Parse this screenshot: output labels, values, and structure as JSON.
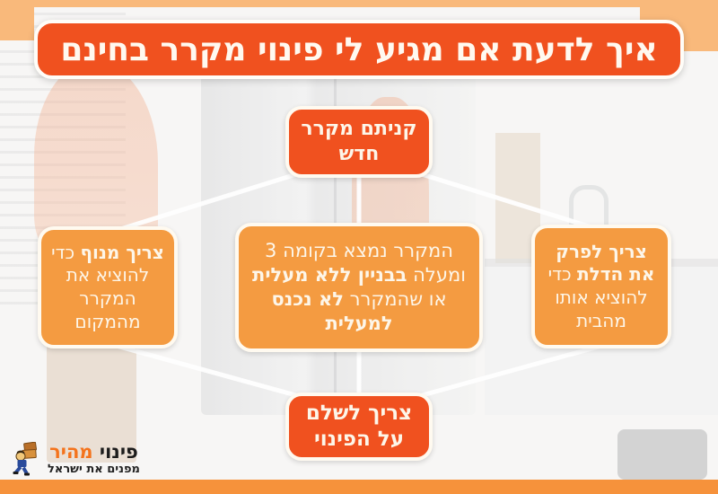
{
  "title_banner": {
    "text": "איך לדעת אם מגיע לי פינוי מקרר בחינם"
  },
  "flowchart": {
    "start": {
      "label": "קניתם מקרר חדש"
    },
    "branches": [
      {
        "id": "crane",
        "segments": [
          {
            "text": "צריך מנוף",
            "bold": true
          },
          {
            "text": " כדי להוציא את המקרר מהמקום",
            "bold": false
          }
        ]
      },
      {
        "id": "floor",
        "segments": [
          {
            "text": "המקרר נמצא בקומה 3 ומעלה ",
            "bold": false
          },
          {
            "text": "בבניין ללא מעלית",
            "bold": true
          },
          {
            "text": " או שהמקרר ",
            "bold": false
          },
          {
            "text": "לא נכנס למעלית",
            "bold": true
          }
        ]
      },
      {
        "id": "door",
        "segments": [
          {
            "text": "צריך לפרק את הדלת",
            "bold": true
          },
          {
            "text": " כדי להוציא אותו מהבית",
            "bold": false
          }
        ]
      }
    ],
    "result": {
      "label": "צריך לשלם על הפינוי"
    }
  },
  "logo": {
    "brand_first": "פינוי",
    "brand_second": "מהיר",
    "tagline": "מפנים את ישראל",
    "mascot_icon": "mover-mascot-icon"
  },
  "colors": {
    "primary_orange": "#f0511f",
    "secondary_orange": "#f49b41",
    "footer_bar_orange": "#f6923b",
    "logo_orange": "#f4731c",
    "connector_white": "#ffffff"
  }
}
